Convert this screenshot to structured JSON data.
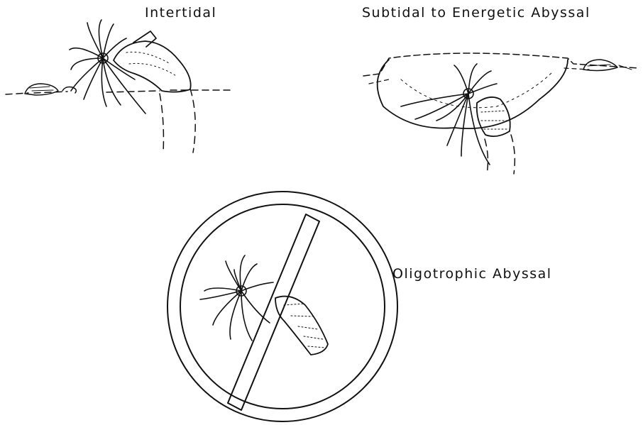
{
  "panels": {
    "intertidal": {
      "label": "Intertidal"
    },
    "subtidal": {
      "label": "Subtidal to Energetic Abyssal"
    },
    "oligotrophic": {
      "label": "Oligotrophic Abyssal"
    }
  },
  "colors": {
    "ink": "#111111",
    "background": "#ffffff"
  },
  "icons": {
    "no_symbol": "prohibition-sign-icon"
  }
}
